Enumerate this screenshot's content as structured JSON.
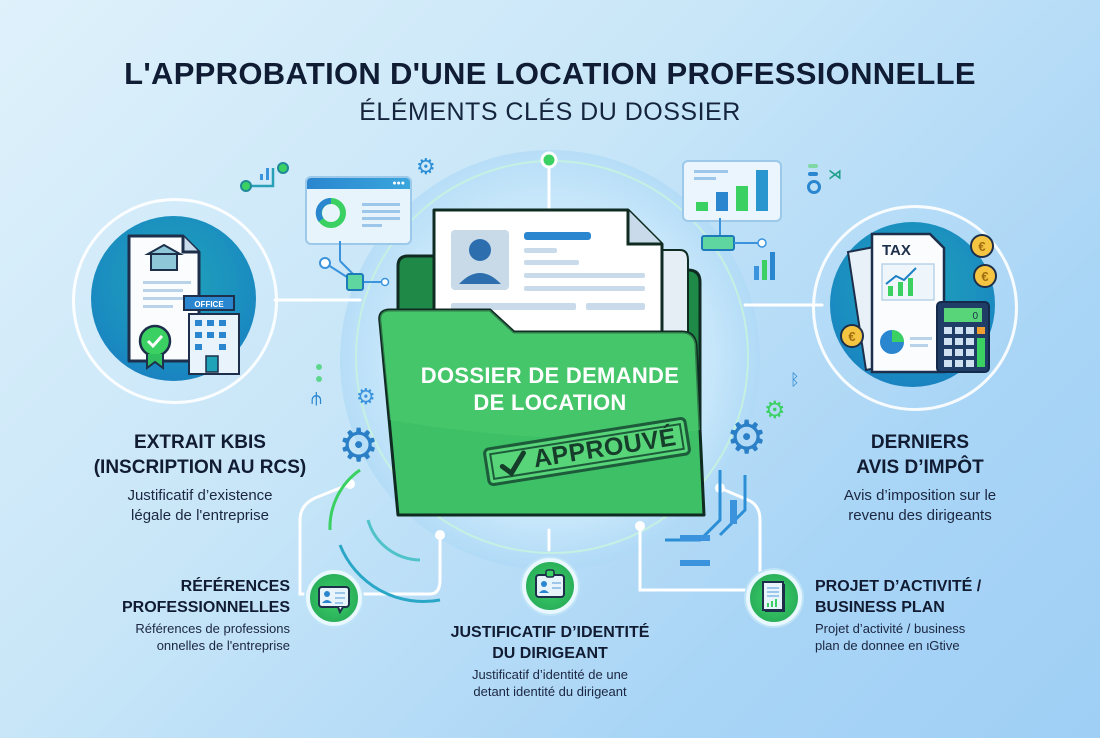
{
  "header": {
    "title": "L'APPROBATION D'UNE LOCATION PROFESSIONNELLE",
    "subtitle": "ÉLÉMENTS CLÉS DU DOSSIER"
  },
  "center": {
    "folder_label_line1": "DOSSIER DE DEMANDE",
    "folder_label_line2": "DE LOCATION",
    "stamp_label": "APPROUVÉ",
    "stamp_icon": "checkmark-icon",
    "folder_icon": "folder-icon"
  },
  "items": [
    {
      "id": "kbis",
      "title_line1": "EXTRAIT KBIS",
      "title_line2": "(INSCRIPTION AU RCS)",
      "desc_line1": "Justificatif d’existence",
      "desc_line2": "légale de l'entreprise",
      "icon": "document-office-building-icon",
      "icon_label": "OFFICE"
    },
    {
      "id": "impot",
      "title_line1": "DERNIERS",
      "title_line2": "AVIS D’IMPÔT",
      "desc_line1": "Avis d’imposition sur le",
      "desc_line2": "revenu des dirigeants",
      "icon": "tax-document-calculator-icon",
      "icon_label": "TAX",
      "calculator_display": "0",
      "coin_symbol": "€"
    },
    {
      "id": "references",
      "title_line1": "RÉFÉRENCES",
      "title_line2": "PROFESSIONNELLES",
      "desc_line1": "Références de professions",
      "desc_line2": "onnelles de l'entreprise",
      "icon": "contact-card-chat-icon"
    },
    {
      "id": "identite",
      "title_line1": "JUSTIFICATIF D’IDENTITÉ",
      "title_line2": "DU DIRIGEANT",
      "desc_line1": "Justificatif d’identité de une",
      "desc_line2": "detant identité du dirigeant",
      "icon": "id-badge-icon"
    },
    {
      "id": "business",
      "title_line1": "PROJET D’ACTIVITÉ /",
      "title_line2": "BUSINESS PLAN",
      "desc_line1": "Projet d’activité / business",
      "desc_line2": "plan de donnee en ιGtive",
      "icon": "business-plan-chart-icon"
    }
  ],
  "colors": {
    "green": "#2fbf5e",
    "dark_green": "#1f8a48",
    "blue": "#1b7fc4",
    "teal": "#1fa3b8",
    "navy_text": "#111c33",
    "background_light": "#dff1fb",
    "background_dark": "#9fcff5"
  }
}
